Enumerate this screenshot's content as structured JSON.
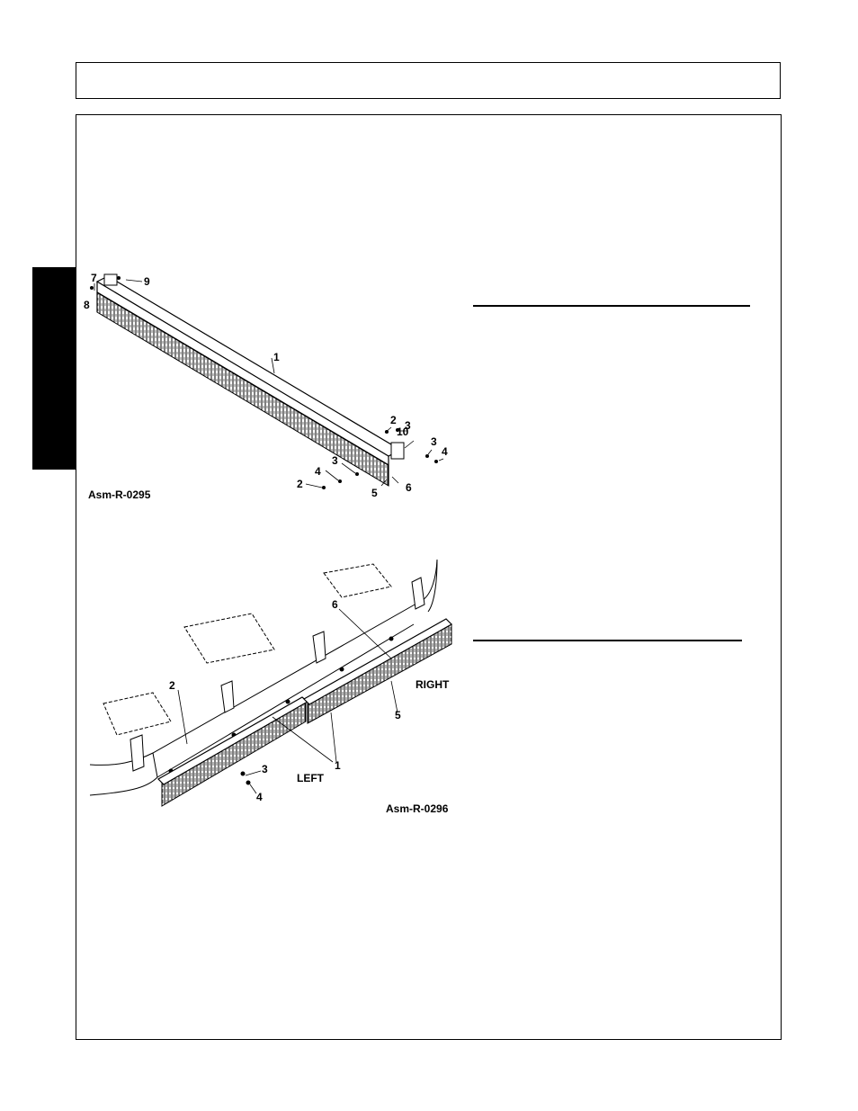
{
  "figure1": {
    "id": "Asm-R-0295",
    "callouts": [
      "7",
      "9",
      "8",
      "1",
      "2",
      "3",
      "10",
      "3",
      "4",
      "3",
      "4",
      "2",
      "5",
      "6"
    ]
  },
  "figure2": {
    "id": "Asm-R-0296",
    "callouts": [
      "6",
      "2",
      "RIGHT",
      "5",
      "1",
      "3",
      "LEFT",
      "4"
    ]
  }
}
